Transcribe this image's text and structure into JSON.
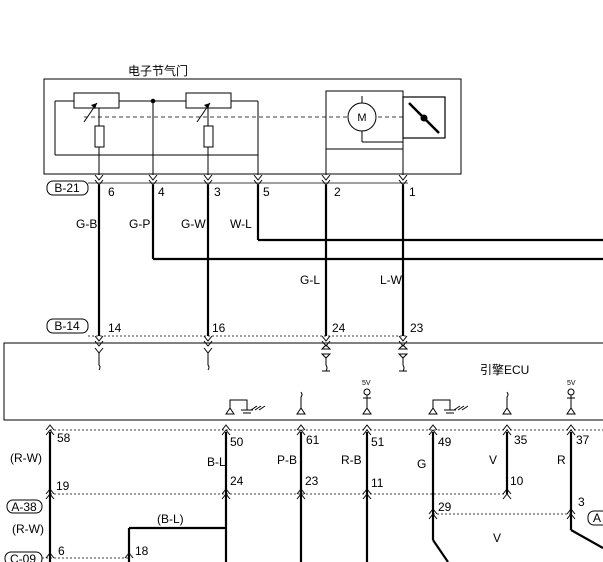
{
  "throttle": {
    "title": "电子节气门",
    "motor_label": "M"
  },
  "ecu": {
    "title": "引擎ECU"
  },
  "connectors": {
    "b21": "B-21",
    "b14": "B-14",
    "a38": "A-38",
    "c09": "C-09",
    "a_right": "A"
  },
  "pins_b21": [
    "6",
    "4",
    "3",
    "5",
    "2",
    "1"
  ],
  "pins_b14": [
    "14",
    "16",
    "24",
    "23"
  ],
  "pins_row58": [
    "58",
    "50",
    "61",
    "51",
    "49",
    "35",
    "37"
  ],
  "pins_row19": [
    "19",
    "24",
    "23",
    "11",
    "10",
    "3"
  ],
  "pins_misc": {
    "p29": "29",
    "p6": "6",
    "p18": "18"
  },
  "wire_colors_top": [
    "G-B",
    "G-P",
    "G-W",
    "W-L"
  ],
  "wire_colors_mid": [
    "G-L",
    "L-W"
  ],
  "wire_colors_bottom": [
    "B-L",
    "P-B",
    "R-B",
    "G",
    "V",
    "R"
  ],
  "wire_colors_left": [
    "(R-W)",
    "(R-W)"
  ],
  "wire_color_bl": "(B-L)",
  "wire_color_v2": "V",
  "supply_5v": [
    "5V",
    "5V"
  ]
}
